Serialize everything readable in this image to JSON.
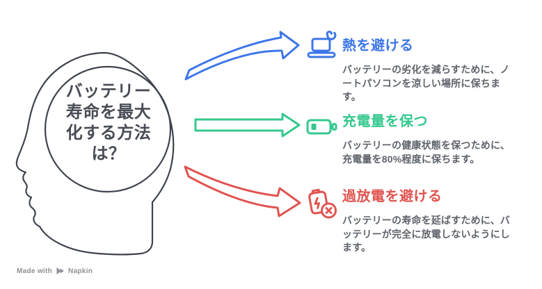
{
  "diagram": {
    "central_question": {
      "lines": [
        "バッテリー",
        "寿命を最大",
        "化する方法",
        "は？"
      ]
    },
    "items": [
      {
        "title": "熱を避ける",
        "description": "バッテリーの劣化を減らすために、ノートパソコンを涼しい場所に保ちます。",
        "color": "#3D76E8",
        "icon": "laptop-heat-icon",
        "arrow": "curved-up-arrow"
      },
      {
        "title": "充電量を保つ",
        "description": "バッテリーの健康状態を保つために、充電量を80%程度に保ちます。",
        "color": "#34C88D",
        "icon": "battery-low-icon",
        "arrow": "straight-arrow"
      },
      {
        "title": "過放電を避ける",
        "description": "バッテリーの寿命を延ばすために、バッテリーが完全に放電しないようにします。",
        "color": "#E0534F",
        "icon": "battery-x-icon",
        "arrow": "curved-down-arrow"
      }
    ],
    "footer": {
      "made_with": "Made with",
      "brand": "Napkin"
    },
    "colors": {
      "blue": "#3D76E8",
      "green": "#34C88D",
      "red": "#E0534F",
      "outline": "#3E434D",
      "heading_text": "#484C55",
      "body_text": "#5E636B",
      "footer_text": "#8D9095",
      "background": "#FFFFFF"
    }
  }
}
